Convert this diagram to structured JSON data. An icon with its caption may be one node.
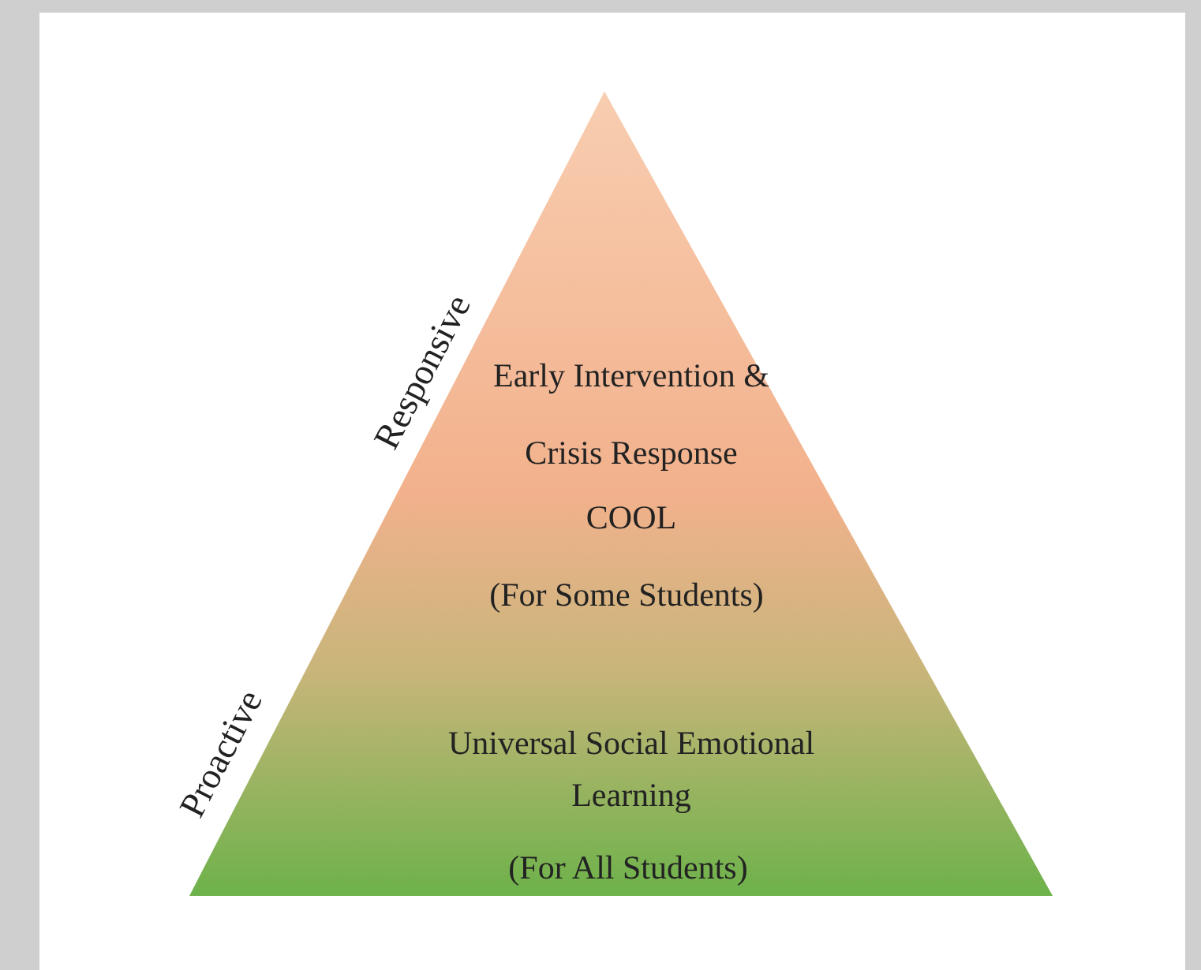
{
  "diagram": {
    "nodes": [
      {
        "text": [
          "Early Intervention & Crisis Response",
          "COOL",
          "(For Some Students)",
          "Universal Social Emotional Learning",
          "(For All Students)"
        ]
      }
    ],
    "labels": [
      "Responsive",
      "Proactive"
    ]
  }
}
